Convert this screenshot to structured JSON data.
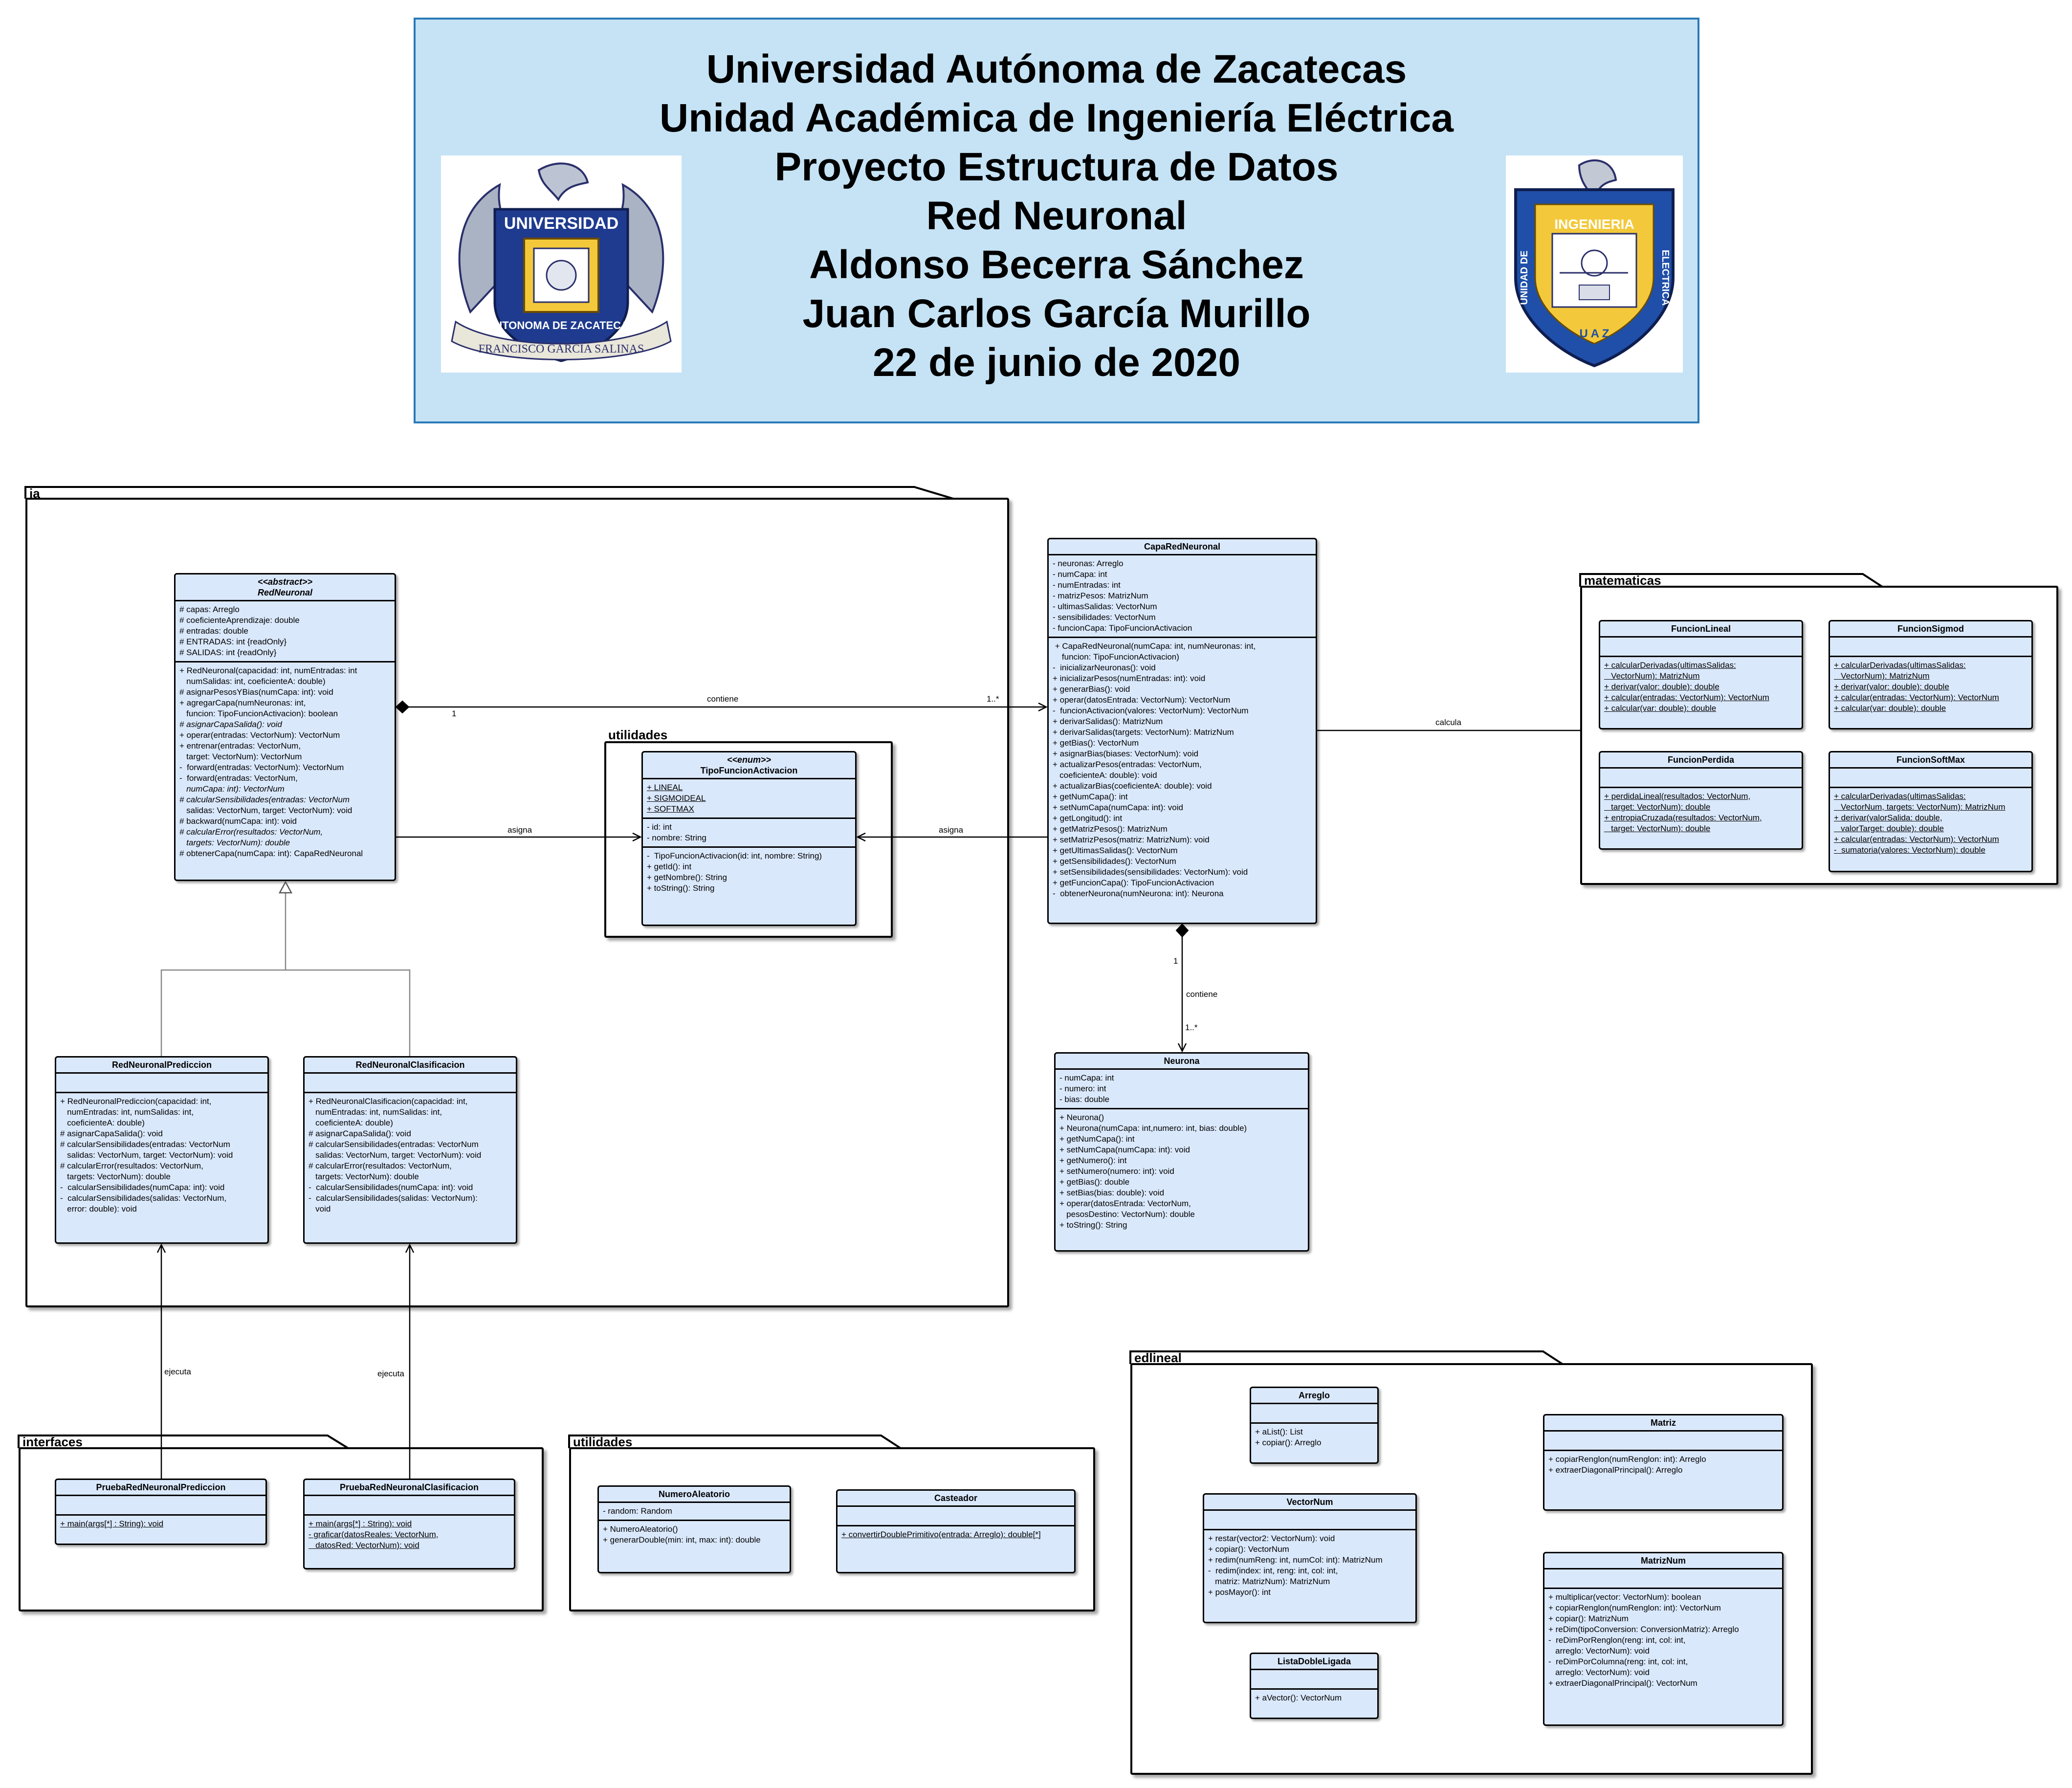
{
  "header": {
    "lines": [
      "Universidad Autónoma de Zacatecas",
      "Unidad Académica de Ingeniería Eléctrica",
      "Proyecto Estructura de Datos",
      "Red Neuronal",
      "Aldonso Becerra Sánchez",
      "Juan Carlos García Murillo",
      "22 de junio de 2020"
    ],
    "logo_left_texts": [
      "UNIVERSIDAD",
      "AUTONOMA DE ZACATECAS",
      "FRANCISCO GARCIA SALINAS"
    ],
    "logo_right_texts": [
      "INGENIERIA",
      "UNIDAD DE",
      "ELECTRICA",
      "U A Z"
    ]
  },
  "packages": {
    "ia": "ia",
    "utilidades_inner": "utilidades",
    "matematicas": "matematicas",
    "interfaces": "interfaces",
    "utilidades_bottom": "utilidades",
    "edlineal": "edlineal"
  },
  "classes": {
    "RedNeuronal": {
      "stereotype": "<<abstract>>",
      "name": "RedNeuronal",
      "attributes": [
        "# capas: Arreglo",
        "# coeficienteAprendizaje: double",
        "# entradas: double",
        "# ENTRADAS: int {readOnly}",
        "# SALIDAS: int {readOnly}"
      ],
      "methods": [
        "+ RedNeuronal(capacidad: int, numEntradas: int",
        "   numSalidas: int, coeficienteA: double)",
        "# asignarPesosYBias(numCapa: int): void",
        "+ agregarCapa(numNeuronas: int,",
        "   funcion: TipoFuncionActivacion): boolean",
        "# asignarCapaSalida(): void",
        "+ operar(entradas: VectorNum): VectorNum",
        "+ entrenar(entradas: VectorNum,",
        "   target: VectorNum): VectorNum",
        "-  forward(entradas: VectorNum): VectorNum",
        "-  forward(entradas: VectorNum,",
        "   numCapa: int): VectorNum",
        "# calcularSensibilidades(entradas: VectorNum",
        "   salidas: VectorNum, target: VectorNum): void",
        "# backward(numCapa: int): void",
        "# calcularError(resultados: VectorNum,",
        "   targets: VectorNum): double",
        "# obtenerCapa(numCapa: int): CapaRedNeuronal"
      ]
    },
    "CapaRedNeuronal": {
      "name": "CapaRedNeuronal",
      "attributes": [
        "- neuronas: Arreglo",
        "- numCapa: int",
        "- numEntradas: int",
        "- matrizPesos: MatrizNum",
        "- ultimasSalidas: VectorNum",
        "- sensibilidades: VectorNum",
        "- funcionCapa: TipoFuncionActivacion"
      ],
      "methods": [
        " + CapaRedNeuronal(numCapa: int, numNeuronas: int,",
        "    funcion: TipoFuncionActivacion)",
        "-  inicializarNeuronas(): void",
        "+ inicializarPesos(numEntradas: int): void",
        "+ generarBias(): void",
        "+ operar(datosEntrada: VectorNum): VectorNum",
        "-  funcionActivacion(valores: VectorNum): VectorNum",
        "+ derivarSalidas(): MatrizNum",
        "+ derivarSalidas(targets: VectorNum): MatrizNum",
        "+ getBias(): VectorNum",
        "+ asignarBias(biases: VectorNum): void",
        "+ actualizarPesos(entradas: VectorNum,",
        "   coeficienteA: double): void",
        "+ actualizarBias(coeficienteA: double): void",
        "+ getNumCapa(): int",
        "+ setNumCapa(numCapa: int): void",
        "+ getLongitud(): int",
        "+ getMatrizPesos(): MatrizNum",
        "+ setMatrizPesos(matriz: MatrizNum): void",
        "+ getUltimasSalidas(): VectorNum",
        "+ getSensibilidades(): VectorNum",
        "+ setSensibilidades(sensibilidades: VectorNum): void",
        "+ getFuncionCapa(): TipoFuncionActivacion",
        "-  obtenerNeurona(numNeurona: int): Neurona"
      ]
    },
    "TipoFuncionActivacion": {
      "stereotype": "<<enum>>",
      "name": "TipoFuncionActivacion",
      "literals": [
        "+ LINEAL",
        "+ SIGMOIDEAL",
        "+ SOFTMAX"
      ],
      "attributes": [
        "- id: int",
        "- nombre: String"
      ],
      "methods": [
        "-  TipoFuncionActivacion(id: int, nombre: String)",
        "+ getId(): int",
        "+ getNombre(): String",
        "+ toString(): String"
      ]
    },
    "Neurona": {
      "name": "Neurona",
      "attributes": [
        "- numCapa: int",
        "- numero: int",
        "- bias: double"
      ],
      "methods": [
        "+ Neurona()",
        "+ Neurona(numCapa: int,numero: int, bias: double)",
        "+ getNumCapa(): int",
        "+ setNumCapa(numCapa: int): void",
        "+ getNumero(): int",
        "+ setNumero(numero: int): void",
        "+ getBias(): double",
        "+ setBias(bias: double): void",
        "+ operar(datosEntrada: VectorNum,",
        "   pesosDestino: VectorNum): double",
        "+ toString(): String"
      ]
    },
    "RedNeuronalPrediccion": {
      "name": "RedNeuronalPrediccion",
      "methods": [
        "+ RedNeuronalPrediccion(capacidad: int,",
        "   numEntradas: int, numSalidas: int,",
        "   coeficienteA: double)",
        "# asignarCapaSalida(): void",
        "# calcularSensibilidades(entradas: VectorNum",
        "   salidas: VectorNum, target: VectorNum): void",
        "# calcularError(resultados: VectorNum,",
        "   targets: VectorNum): double",
        "-  calcularSensibilidades(numCapa: int): void",
        "-  calcularSensibilidades(salidas: VectorNum,",
        "   error: double): void"
      ]
    },
    "RedNeuronalClasificacion": {
      "name": "RedNeuronalClasificacion",
      "methods": [
        "+ RedNeuronalClasificacion(capacidad: int,",
        "   numEntradas: int, numSalidas: int,",
        "   coeficienteA: double)",
        "# asignarCapaSalida(): void",
        "# calcularSensibilidades(entradas: VectorNum",
        "   salidas: VectorNum, target: VectorNum): void",
        "# calcularError(resultados: VectorNum,",
        "   targets: VectorNum): double",
        "-  calcularSensibilidades(numCapa: int): void",
        "-  calcularSensibilidades(salidas: VectorNum):",
        "   void"
      ]
    },
    "FuncionLineal": {
      "name": "FuncionLineal",
      "methods": [
        "+ calcularDerivadas(ultimasSalidas:",
        "   VectorNum): MatrizNum",
        "+ derivar(valor: double): double",
        "+ calcular(entradas: VectorNum): VectorNum",
        "+ calcular(var: double): double"
      ]
    },
    "FuncionSigmod": {
      "name": "FuncionSigmod",
      "methods": [
        "+ calcularDerivadas(ultimasSalidas:",
        "   VectorNum): MatrizNum",
        "+ derivar(valor: double): double",
        "+ calcular(entradas: VectorNum): VectorNum",
        "+ calcular(var: double): double"
      ]
    },
    "FuncionPerdida": {
      "name": "FuncionPerdida",
      "methods": [
        "+ perdidaLineal(resultados: VectorNum,",
        "   target: VectorNum): double",
        "+ entropiaCruzada(resultados: VectorNum,",
        "   target: VectorNum): double"
      ]
    },
    "FuncionSoftMax": {
      "name": "FuncionSoftMax",
      "methods": [
        "+ calcularDerivadas(ultimasSalidas:",
        "   VectorNum, targets: VectorNum): MatrizNum",
        "+ derivar(valorSalida: double,",
        "   valorTarget: double): double",
        "+ calcular(entradas: VectorNum): VectorNum",
        "-  sumatoria(valores: VectorNum): double"
      ]
    },
    "PruebaRedNeuronalPrediccion": {
      "name": "PruebaRedNeuronalPrediccion",
      "methods": [
        "+ main(args[*] : String): void"
      ]
    },
    "PruebaRedNeuronalClasificacion": {
      "name": "PruebaRedNeuronalClasificacion",
      "methods": [
        "+ main(args[*] : String): void",
        "- graficar(datosReales: VectorNum,",
        "   datosRed: VectorNum): void"
      ]
    },
    "NumeroAleatorio": {
      "name": "NumeroAleatorio",
      "attributes": [
        "- random: Random"
      ],
      "methods": [
        "+ NumeroAleatorio()",
        "+ generarDouble(min: int, max: int): double"
      ]
    },
    "Casteador": {
      "name": "Casteador",
      "methods": [
        "+ convertirDoublePrimitivo(entrada: Arreglo): double[*]"
      ]
    },
    "Arreglo": {
      "name": "Arreglo",
      "methods": [
        "+ aList(): List",
        "+ copiar(): Arreglo"
      ]
    },
    "Matriz": {
      "name": "Matriz",
      "methods": [
        "+ copiarRenglon(numRenglon: int): Arreglo",
        "+ extraerDiagonalPrincipal(): Arreglo"
      ]
    },
    "VectorNum": {
      "name": "VectorNum",
      "methods": [
        "+ restar(vector2: VectorNum): void",
        "+ copiar(): VectorNum",
        "+ redim(numReng: int, numCol: int): MatrizNum",
        "-  redim(index: int, reng: int, col: int,",
        "   matriz: MatrizNum): MatrizNum",
        "+ posMayor(): int"
      ]
    },
    "MatrizNum": {
      "name": "MatrizNum",
      "methods": [
        "+ multiplicar(vector: VectorNum): boolean",
        "+ copiarRenglon(numRenglon: int): VectorNum",
        "+ copiar(): MatrizNum",
        "+ reDim(tipoConversion: ConversionMatriz): Arreglo",
        "-  reDimPorRenglon(reng: int, col: int,",
        "   arreglo: VectorNum): void",
        "-  reDimPorColumna(reng: int, col: int,",
        "   arreglo: VectorNum): void",
        "+ extraerDiagonalPrincipal(): VectorNum"
      ]
    },
    "ListaDobleLigada": {
      "name": "ListaDobleLigada",
      "methods": [
        "+ aVector(): VectorNum"
      ]
    }
  },
  "relations": {
    "contiene_top": {
      "label": "contiene",
      "mult_source": "1",
      "mult_target": "1..*"
    },
    "asigna_left": {
      "label": "asigna"
    },
    "asigna_right": {
      "label": "asigna"
    },
    "calcula": {
      "label": "calcula"
    },
    "contiene_bottom": {
      "label": "contiene",
      "mult_source": "1",
      "mult_target": "1..*"
    },
    "ejecuta_left": {
      "label": "ejecuta"
    },
    "ejecuta_right": {
      "label": "ejecuta"
    }
  }
}
